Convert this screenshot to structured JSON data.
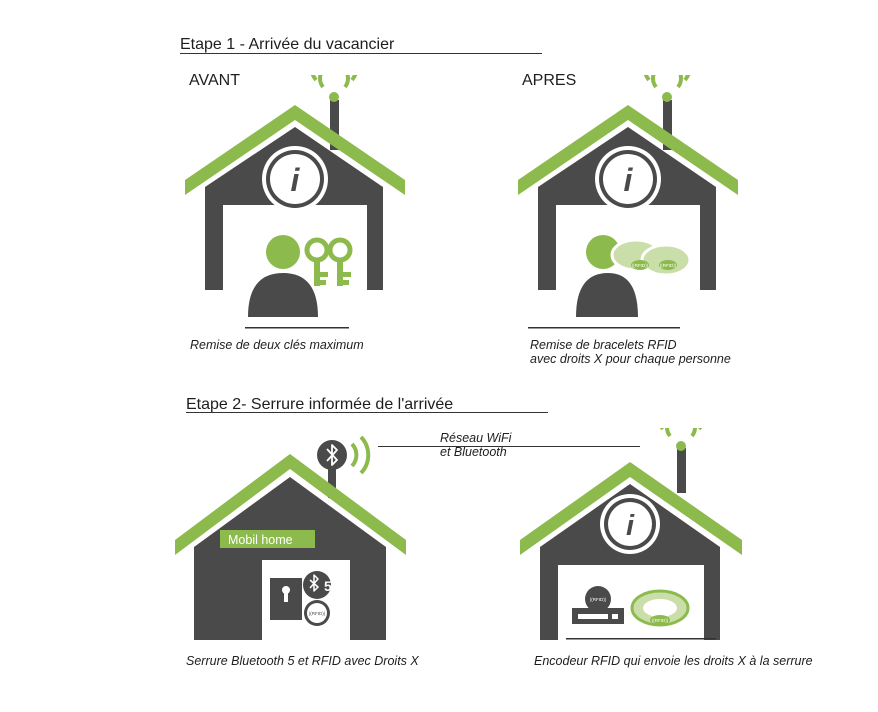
{
  "step1": {
    "title": "Etape 1 - Arrivée du vacancier",
    "before_label": "AVANT",
    "after_label": "APRES",
    "before_caption": "Remise de deux clés maximum",
    "after_caption_line1": "Remise de bracelets RFID",
    "after_caption_line2": "avec droits X pour chaque personne"
  },
  "step2": {
    "title": "Etape 2- Serrure informée de l'arrivée",
    "network_line1": "Réseau WiFi",
    "network_line2": "et Bluetooth",
    "mobil_home_label": "Mobil home",
    "lock_version": "5",
    "lock_caption": "Serrure Bluetooth 5 et RFID avec Droits X",
    "encoder_caption": "Encodeur  RFID qui envoie les droits X à la serrure"
  },
  "info_glyph": "i",
  "rfid_tag": "((RFID))",
  "colors": {
    "green": "#8dba4d",
    "dark": "#4a4a4a",
    "light_green": "#c9dea8"
  },
  "icons": [
    "wifi-antenna-icon",
    "info-icon",
    "person-icon",
    "keys-icon",
    "rfid-bracelet-icon",
    "bluetooth-icon",
    "lock-icon",
    "rfid-badge-icon",
    "rfid-encoder-icon"
  ]
}
